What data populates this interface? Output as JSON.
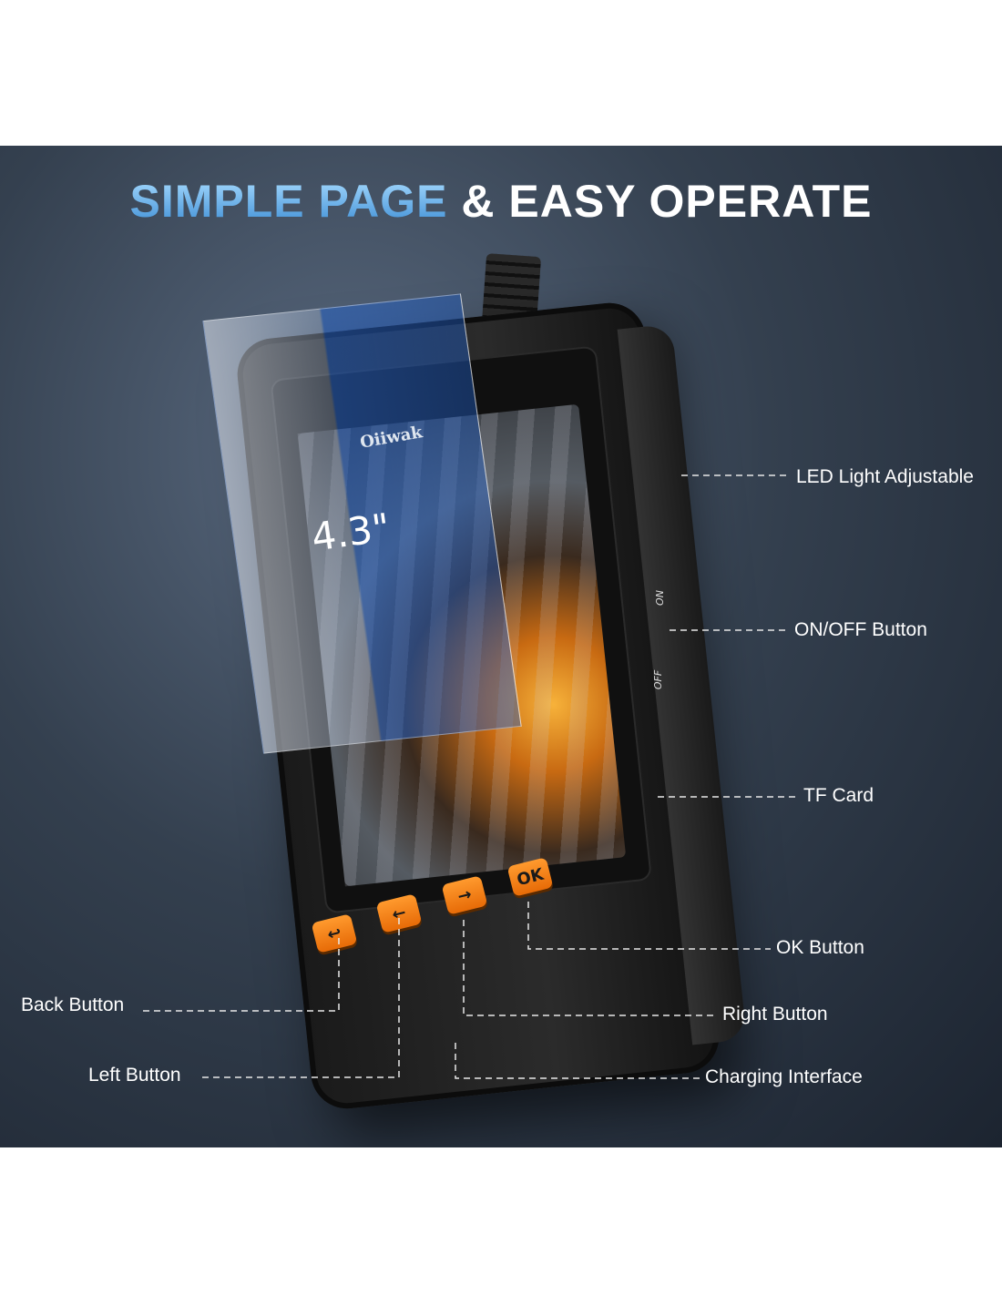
{
  "title": {
    "highlight": "SIMPLE PAGE",
    "rest": "& EASY OPERATE"
  },
  "device": {
    "brand": "Oiiwak",
    "screen_size": "4.3\"",
    "switch_on": "ON",
    "switch_off": "OFF"
  },
  "buttons": {
    "back_icon": "↩",
    "left_icon": "←",
    "right_icon": "→",
    "ok": "OK"
  },
  "callouts": {
    "led": "LED Light Adjustable",
    "onoff": "ON/OFF Button",
    "tf": "TF Card",
    "ok": "OK Button",
    "right": "Right Button",
    "charging": "Charging Interface",
    "back": "Back Button",
    "left": "Left Button"
  }
}
